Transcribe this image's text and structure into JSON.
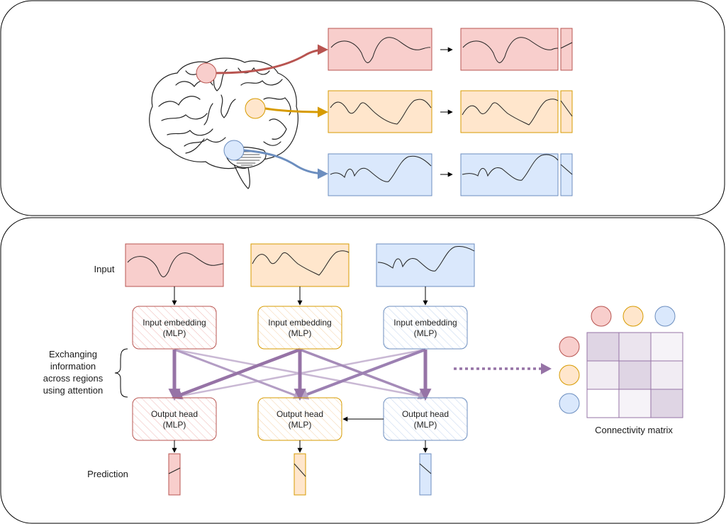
{
  "colors": {
    "red_fill": "#f8cecc",
    "red_stroke": "#b85450",
    "orange_fill": "#ffe6cc",
    "orange_stroke": "#d79b00",
    "blue_fill": "#dae8fc",
    "blue_stroke": "#6c8ebf",
    "purple": "#9673a6",
    "arrow_red": "#b85450",
    "arrow_orange": "#d79b00",
    "arrow_blue": "#6c8ebf"
  },
  "labels": {
    "input": "Input",
    "prediction": "Prediction",
    "exchange": [
      "Exchanging",
      "information",
      "across regions",
      "using attention"
    ],
    "connectivity": "Connectivity matrix"
  },
  "regions": [
    {
      "color": "red",
      "embed": [
        "Input embedding",
        "(MLP)"
      ],
      "head": [
        "Output head",
        "(MLP)"
      ]
    },
    {
      "color": "orange",
      "embed": [
        "Input embedding",
        "(MLP)"
      ],
      "head": [
        "Output head",
        "(MLP)"
      ]
    },
    {
      "color": "blue",
      "embed": [
        "Input embedding",
        "(MLP)"
      ],
      "head": [
        "Output head",
        "(MLP)"
      ]
    }
  ],
  "matrix": {
    "cells": [
      [
        0.55,
        0.35,
        0.15
      ],
      [
        0.25,
        0.55,
        0.25
      ],
      [
        0.0,
        0.15,
        0.55
      ]
    ]
  },
  "icons": [
    "brain-icon"
  ]
}
